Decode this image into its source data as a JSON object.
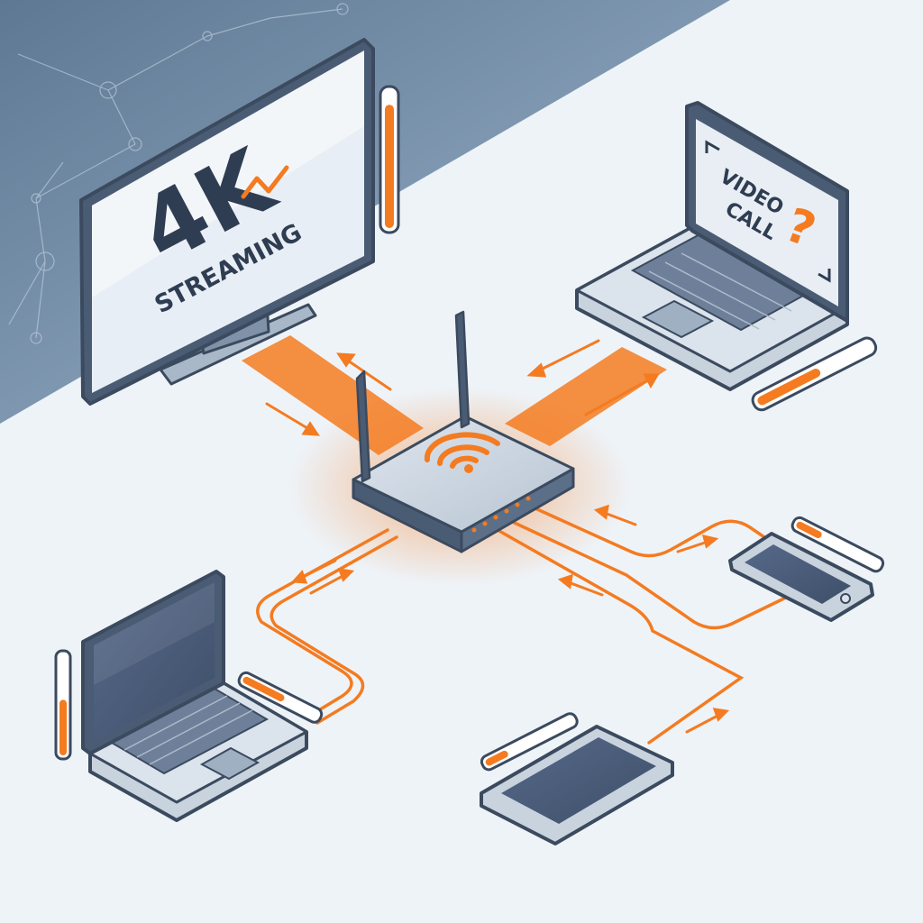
{
  "tv_screen": {
    "big_text": "4K",
    "sub_text": "STREAMING"
  },
  "laptop_screen": {
    "line1": "VIDEO",
    "line2": "CALL",
    "mark": "?"
  },
  "usage_meters": {
    "tv": 0.9,
    "laptop_top_right": 0.55,
    "laptop_bottom_left": 0.55,
    "smartphone": 0.3,
    "tablet": 0.25
  },
  "colors": {
    "accent": "#f47b20",
    "outline": "#3b4a5e",
    "device_body": "#c9d3de",
    "screen_dark": "#4d5f77",
    "screen_light": "#e9eef4",
    "background": "#eef3f8",
    "band": "#8aa5bf"
  },
  "icons": [
    "wifi-icon",
    "router-antenna-icon"
  ]
}
